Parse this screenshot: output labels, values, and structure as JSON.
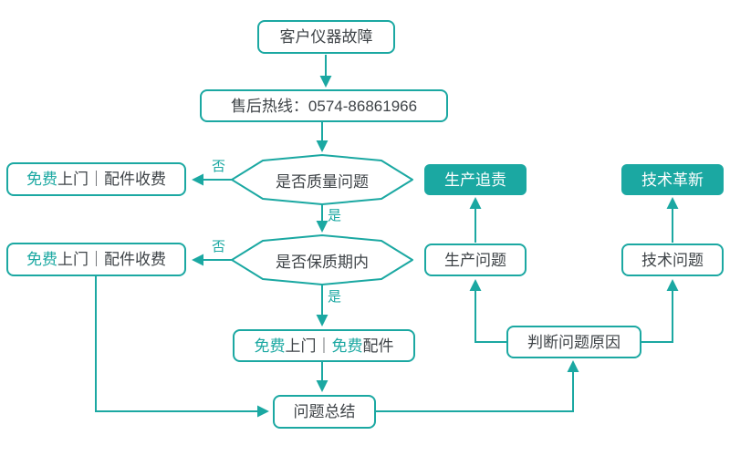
{
  "colors": {
    "accent": "#1ba8a2",
    "text": "#3e4347",
    "node_background": "#ffffff",
    "filled_node_text": "#ffffff"
  },
  "nodes": {
    "fault": {
      "label": "客户仪器故障"
    },
    "hotline": {
      "label": "售后热线：0574-86861966"
    },
    "decision_quality": {
      "label": "是否质量问题"
    },
    "decision_warranty": {
      "label": "是否保质期内"
    },
    "free_visit_paid_parts_top": {
      "seg_accent": "免费",
      "seg_rest": "上门｜配件收费"
    },
    "free_visit_paid_parts_bottom": {
      "seg_accent": "免费",
      "seg_rest": "上门｜配件收费"
    },
    "free_visit_free_parts": {
      "seg_accent_1": "免费",
      "seg_mid": "上门｜",
      "seg_accent_2": "免费",
      "seg_end": "配件"
    },
    "summary": {
      "label": "问题总结"
    },
    "judge": {
      "label": "判断问题原因"
    },
    "production_problem": {
      "label": "生产问题"
    },
    "technical_problem": {
      "label": "技术问题"
    },
    "production_accountability": {
      "label": "生产追责"
    },
    "technical_innovation": {
      "label": "技术革新"
    }
  },
  "edge_labels": {
    "quality_no": "否",
    "quality_yes": "是",
    "warranty_no": "否",
    "warranty_yes": "是"
  }
}
